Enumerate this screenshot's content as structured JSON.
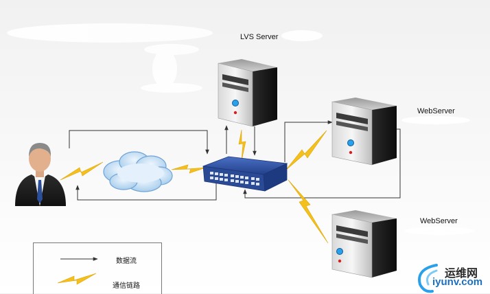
{
  "nodes": {
    "lvs_server": {
      "label": "LVS  Server"
    },
    "web_server_1": {
      "label": "WebServer"
    },
    "web_server_2": {
      "label": "WebServer"
    },
    "client": {
      "label": ""
    },
    "internet": {
      "label": ""
    },
    "switch": {
      "label": ""
    }
  },
  "legend": {
    "data_flow_label": "数据流",
    "comm_link_label": "通信链路"
  },
  "watermark": {
    "cn": "运维网",
    "en": "iyunv.com"
  },
  "colors": {
    "arrow": "#333333",
    "bolt": "#f4c01e",
    "switch": "#2d4f9e",
    "watermark_blue": "#1a6fc0"
  }
}
